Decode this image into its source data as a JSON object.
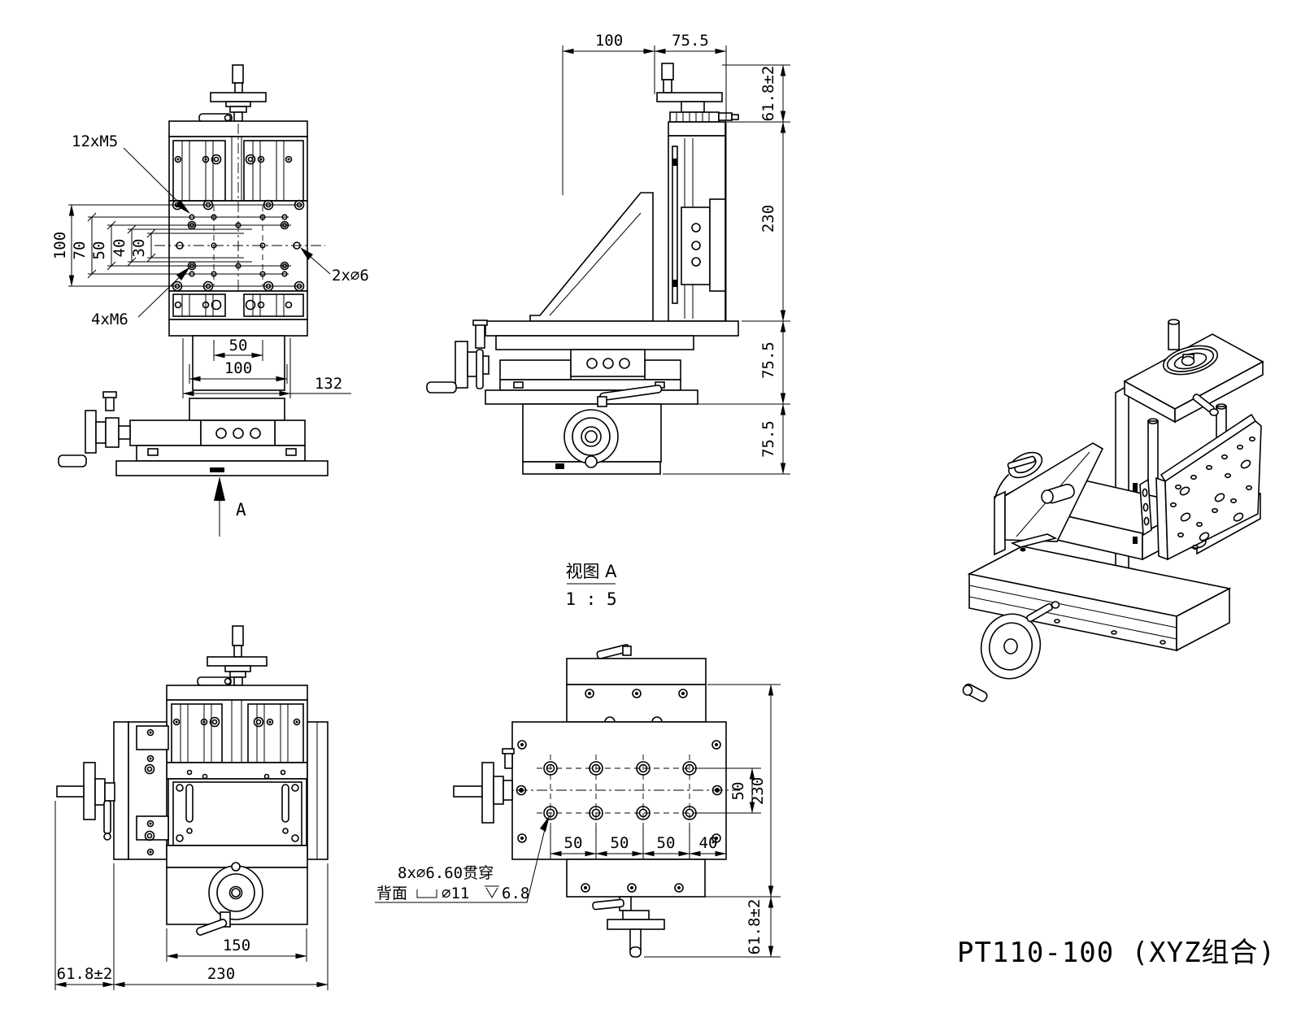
{
  "title": "PT110-100 (XYZ组合)",
  "colors": {
    "line": "#000000",
    "background": "#ffffff"
  },
  "top_view": {
    "label_m5": "12xM5",
    "label_m6": "4xM6",
    "label_d6": "2x∅6",
    "dim_100v": "100",
    "dim_70": "70",
    "dim_50v": "50",
    "dim_40": "40",
    "dim_30": "30",
    "dim_50h": "50",
    "dim_100h": "100",
    "dim_132": "132",
    "view_arrow": "A"
  },
  "side_view": {
    "dim_100": "100",
    "dim_75_5_top": "75.5",
    "dim_61_8": "61.8±2",
    "dim_230": "230",
    "dim_75_5_a": "75.5",
    "dim_75_5_b": "75.5"
  },
  "view_a": {
    "caption": "视图 A",
    "scale": "1 : 5",
    "dim_50_1": "50",
    "dim_50_2": "50",
    "dim_50_3": "50",
    "dim_40": "40",
    "dim_50_v": "50",
    "dim_230": "230",
    "dim_61_8": "61.8±2",
    "note_line1": "8x∅6.60贯穿",
    "note_back": "背面",
    "note_d11": "∅11",
    "note_depth": "6.8"
  },
  "front_view": {
    "dim_150": "150",
    "dim_230": "230",
    "dim_61_8": "61.8±2"
  }
}
